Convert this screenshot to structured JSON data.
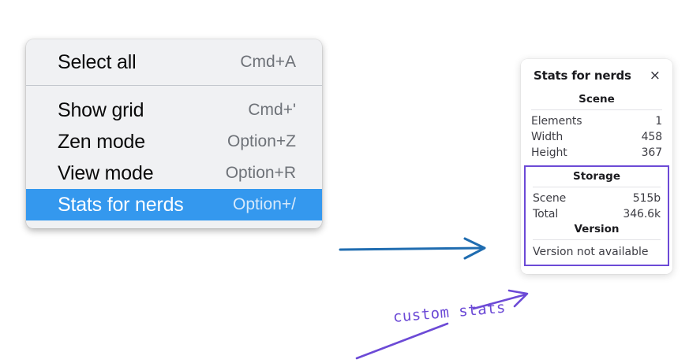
{
  "canvas": {
    "background": "#ffffff"
  },
  "context_menu": {
    "name": "context-menu",
    "background": "#f0f1f3",
    "highlight_color": "#3498ee",
    "sections": [
      {
        "items": [
          {
            "label": "Select all",
            "shortcut": "Cmd+A",
            "selected": false
          }
        ]
      },
      {
        "items": [
          {
            "label": "Show grid",
            "shortcut": "Cmd+'",
            "selected": false
          },
          {
            "label": "Zen mode",
            "shortcut": "Option+Z",
            "selected": false
          },
          {
            "label": "View mode",
            "shortcut": "Option+R",
            "selected": false
          },
          {
            "label": "Stats for nerds",
            "shortcut": "Option+/",
            "selected": true
          }
        ]
      }
    ]
  },
  "stats_panel": {
    "title": "Stats for nerds",
    "close_icon": "×",
    "scene": {
      "heading": "Scene",
      "rows": [
        {
          "key": "Elements",
          "value": "1"
        },
        {
          "key": "Width",
          "value": "458"
        },
        {
          "key": "Height",
          "value": "367"
        }
      ]
    },
    "storage": {
      "heading": "Storage",
      "rows": [
        {
          "key": "Scene",
          "value": "515b"
        },
        {
          "key": "Total",
          "value": "346.6k"
        }
      ]
    },
    "version": {
      "heading": "Version",
      "note": "Version not available"
    }
  },
  "annotations": {
    "highlight_color": "#6c4ad6",
    "arrow_color": "#1f6cb0",
    "custom_stats_label": "custom stats"
  }
}
